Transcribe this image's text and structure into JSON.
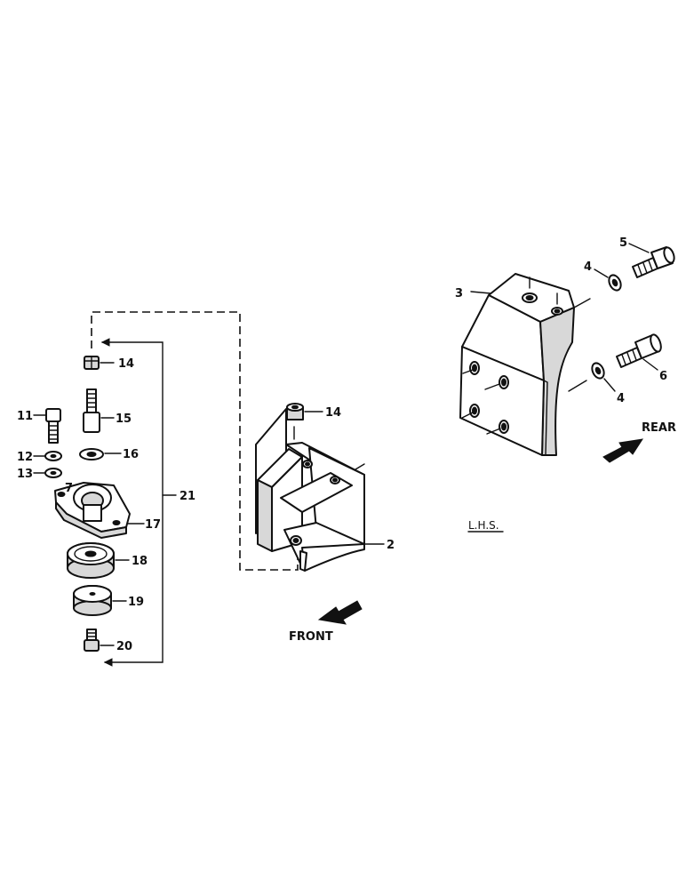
{
  "diagram": {
    "callouts": {
      "c2": "2",
      "c3": "3",
      "c4a": "4",
      "c4b": "4",
      "c5": "5",
      "c6": "6",
      "c11": "11",
      "c12": "12",
      "c13": "13",
      "c14a": "14",
      "c14b": "14",
      "c15": "15",
      "c16": "16",
      "c17": "17",
      "c18": "18",
      "c19": "19",
      "c20": "20",
      "c21": "21",
      "c7": "7"
    },
    "labels": {
      "front": "FRONT",
      "rear": "REAR",
      "lhs": "L.H.S."
    }
  }
}
